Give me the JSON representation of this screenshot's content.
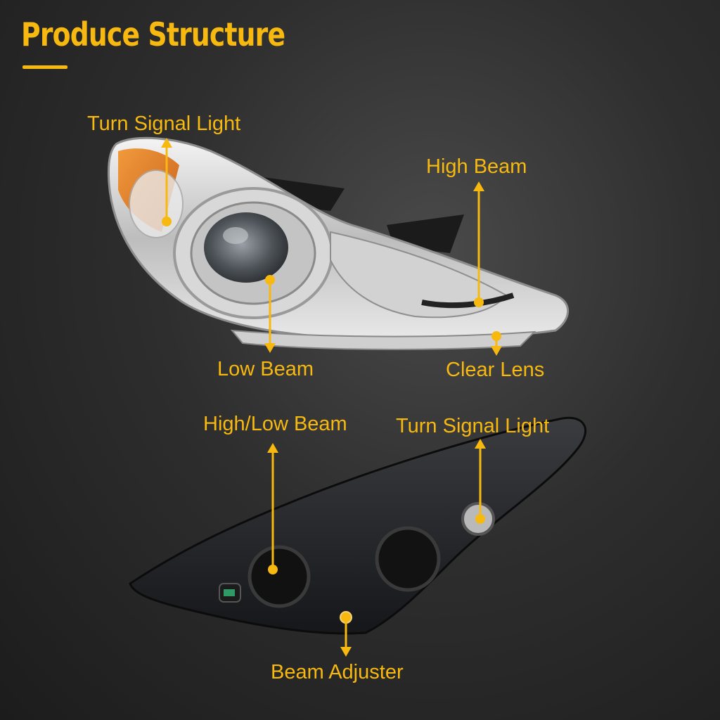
{
  "title": "Produce Structure",
  "colors": {
    "accent": "#f7b90f",
    "background": "#2a2a2a"
  },
  "front_view": {
    "labels": {
      "turn_signal": "Turn Signal Light",
      "high_beam": "High Beam",
      "low_beam": "Low Beam",
      "clear_lens": "Clear Lens"
    }
  },
  "rear_view": {
    "labels": {
      "high_low_beam": "High/Low Beam",
      "turn_signal": "Turn Signal Light",
      "beam_adjuster": "Beam Adjuster"
    }
  }
}
